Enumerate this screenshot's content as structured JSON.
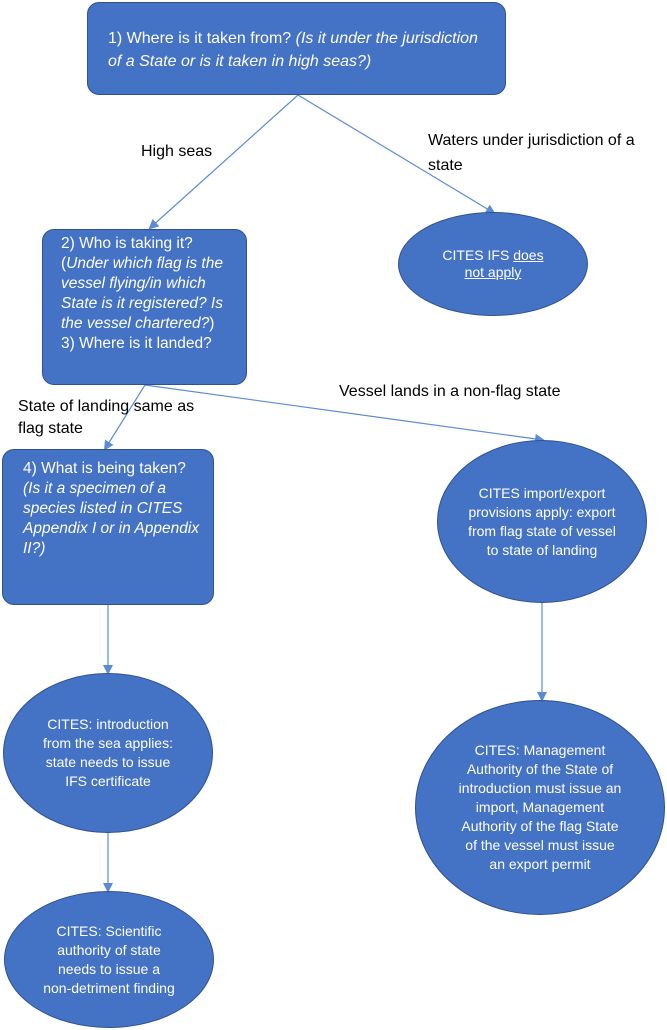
{
  "colors": {
    "node_fill": "#4472c4",
    "node_border": "#2f528f",
    "edge": "#5b8bd5",
    "node_text": "#ffffff",
    "label_text": "#000000"
  },
  "q1": {
    "lead": "1) Where is it taken from? ",
    "italic": "(Is it under the jurisdiction of a State or is it taken in high seas?)"
  },
  "q2": {
    "lead": "2) Who is taking it? ",
    "italic_open": "(",
    "italic": "Under which flag is the vessel flying/in which State is it registered? Is the vessel chartered?",
    "close": ")",
    "line3": "3) Where is it landed?"
  },
  "q4": {
    "lead": "4) What is being taken? ",
    "italic": "(Is it a specimen of a species listed in CITES Appendix I or in Appendix II?)"
  },
  "ifs_not_apply": {
    "pre": "CITES IFS ",
    "underline": "does not apply"
  },
  "import_export": "CITES import/export provisions apply: export from flag state of vessel to state of landing",
  "management": "CITES: Management Authority of the State of introduction must issue an import, Management Authority of the flag State of the vessel must issue an export permit",
  "introduction": "CITES: introduction from the sea applies: state needs to issue IFS certificate",
  "scientific": "CITES: Scientific authority of state needs to issue a non-detriment finding",
  "labels": {
    "high_seas": "High seas",
    "jurisdiction": "Waters under jurisdiction of a state",
    "same_state": "State of landing same as flag state",
    "non_flag": "Vessel lands in a non-flag state"
  }
}
